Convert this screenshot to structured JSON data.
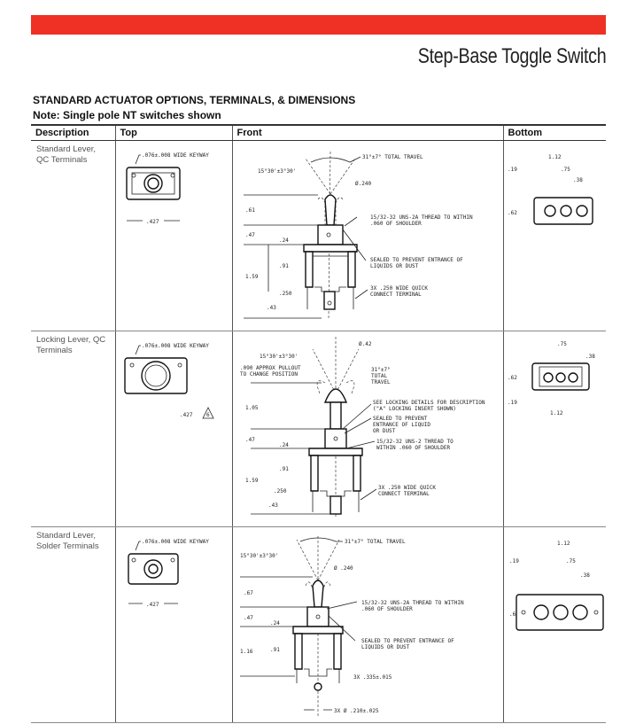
{
  "header": {
    "title": "Step-Base Toggle Switch",
    "accent_color": "#ee3124"
  },
  "section": {
    "heading": "STANDARD ACTUATOR OPTIONS, TERMINALS, & DIMENSIONS",
    "note": "Note: Single pole NT switches shown"
  },
  "table": {
    "columns": [
      "Description",
      "Top",
      "Front",
      "Bottom"
    ],
    "rows": [
      {
        "description": "Standard Lever, QC Terminals",
        "top": {
          "keyway": ".076±.008 WIDE KEYWAY",
          "width": ".427"
        },
        "front": {
          "travel": "31°±7° TOTAL TRAVEL",
          "angle": "15°30'±3°30'",
          "dia": "Ø.240",
          "thread": "15/32-32 UNS-2A THREAD TO WITHIN",
          "thread2": ".060 OF SHOULDER",
          "seal": "SEALED TO PREVENT ENTRANCE OF",
          "seal2": "LIQUIDS OR DUST",
          "term": "3X .250 WIDE QUICK",
          "term2": "CONNECT TERMINAL",
          "d1": ".61",
          "d2": ".47",
          "d3": ".24",
          "d4": "1.59",
          "d5": ".91",
          "d6": ".250",
          "d7": ".43"
        },
        "bottom": {
          "w": "1.12",
          "a": ".19",
          "b": ".75",
          "c": ".38",
          "h": ".62"
        }
      },
      {
        "description": "Locking Lever, QC Terminals",
        "top": {
          "keyway": ".076±.008 WIDE KEYWAY",
          "width": ".427",
          "note": "6"
        },
        "front": {
          "dia": "Ø.42",
          "angle": "15°30'±3°30'",
          "pull": ".090 APPROX PULLOUT",
          "pull2": "TO CHANGE POSITION",
          "travel": "31°±7°",
          "travel2": "TOTAL",
          "travel3": "TRAVEL",
          "lock": "SEE LOCKING DETAILS FOR DESCRIPTION",
          "lock2": "(\"A\" LOCKING INSERT SHOWN)",
          "seal": "SEALED TO PREVENT",
          "seal2": "ENTRANCE OF LIQUID",
          "seal3": "OR DUST",
          "thread": "15/32-32 UNS-2 THREAD TO",
          "thread2": "WITHIN .060 OF SHOULDER",
          "term": "3X .250 WIDE QUICK",
          "term2": "CONNECT TERMINAL",
          "d1": "1.05",
          "d2": ".47",
          "d3": ".24",
          "d4": "1.59",
          "d5": ".91",
          "d6": ".250",
          "d7": ".43"
        },
        "bottom": {
          "b": ".75",
          "c": ".38",
          "h": ".62",
          "a": ".19",
          "w": "1.12"
        }
      },
      {
        "description": "Standard Lever, Solder Terminals",
        "top": {
          "keyway": ".076±.008 WIDE KEYWAY",
          "width": ".427"
        },
        "front": {
          "travel": "31°±7° TOTAL TRAVEL",
          "angle": "15°30'±3°30'",
          "dia": "Ø .240",
          "thread": "15/32-32 UNS-2A THREAD TO WITHIN",
          "thread2": ".060 OF SHOULDER",
          "seal": "SEALED TO PREVENT ENTRANCE OF",
          "seal2": "LIQUIDS OR DUST",
          "d1": ".67",
          "d2": ".47",
          "d3": ".24",
          "d4": "1.16",
          "d5": ".91",
          "term": "3X .335±.015",
          "hole": "3X Ø .210±.025"
        },
        "bottom": {
          "w": "1.12",
          "a": ".19",
          "b": ".75",
          "c": ".38",
          "h": ".62"
        }
      }
    ]
  }
}
